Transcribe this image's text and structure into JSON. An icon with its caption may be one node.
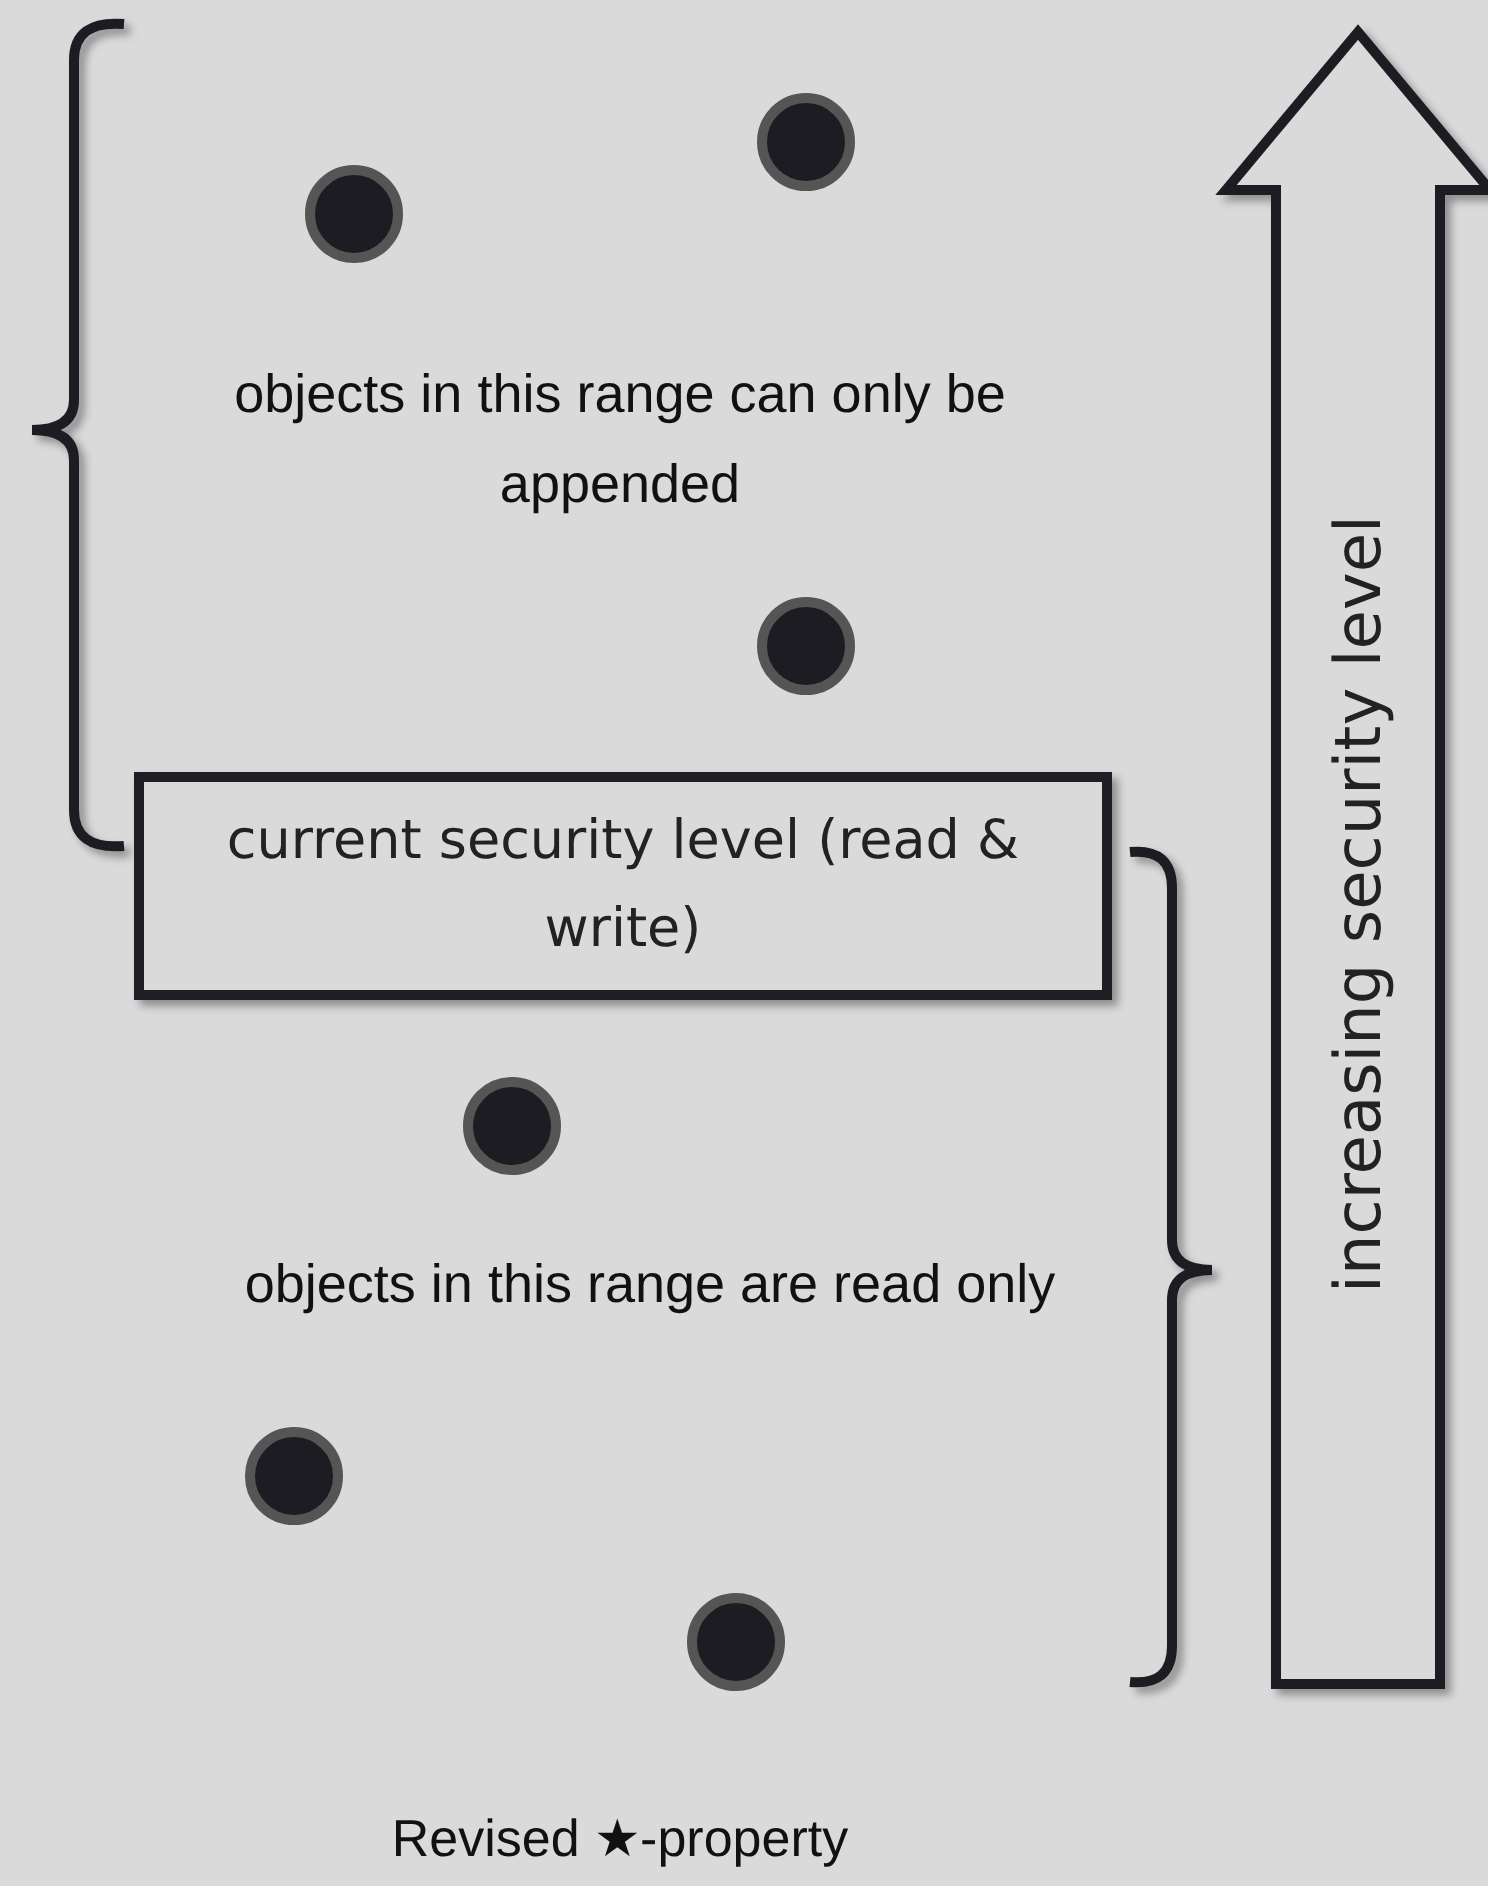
{
  "diagram": {
    "caption": "Revised ★-property",
    "nodes": [
      {
        "text": [
          "current security level (read & write)"
        ]
      },
      {
        "text": [
          "increasing security level"
        ]
      }
    ],
    "labels": [
      "objects in this range can only be appended",
      "objects in this range are read only"
    ]
  }
}
